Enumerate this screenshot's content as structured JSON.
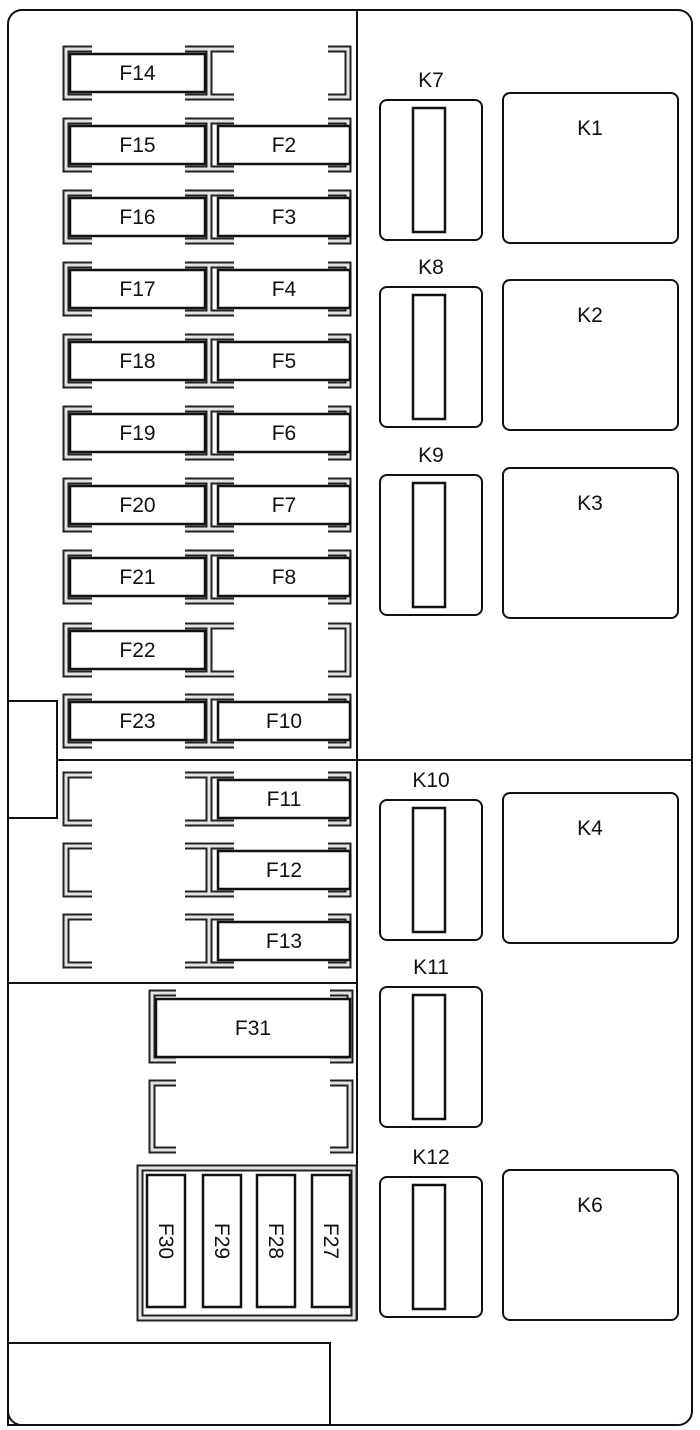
{
  "fuse_rows": [
    {
      "left": "F14",
      "right": null
    },
    {
      "left": "F15",
      "right": "F2"
    },
    {
      "left": "F16",
      "right": "F3"
    },
    {
      "left": "F17",
      "right": "F4"
    },
    {
      "left": "F18",
      "right": "F5"
    },
    {
      "left": "F19",
      "right": "F6"
    },
    {
      "left": "F20",
      "right": "F7"
    },
    {
      "left": "F21",
      "right": "F8"
    },
    {
      "left": "F22",
      "right": null
    },
    {
      "left": "F23",
      "right": "F10"
    },
    {
      "left": null,
      "right": "F11"
    },
    {
      "left": null,
      "right": "F12"
    },
    {
      "left": null,
      "right": "F13"
    }
  ],
  "large_fuse": "F31",
  "vertical_fuses": [
    "F30",
    "F29",
    "F28",
    "F27"
  ],
  "relays": [
    {
      "small": "K7",
      "large": "K1"
    },
    {
      "small": "K8",
      "large": "K2"
    },
    {
      "small": "K9",
      "large": "K3"
    },
    {
      "small": "K10",
      "large": "K4"
    },
    {
      "small": "K11",
      "large": null
    },
    {
      "small": "K12",
      "large": "K6"
    }
  ]
}
